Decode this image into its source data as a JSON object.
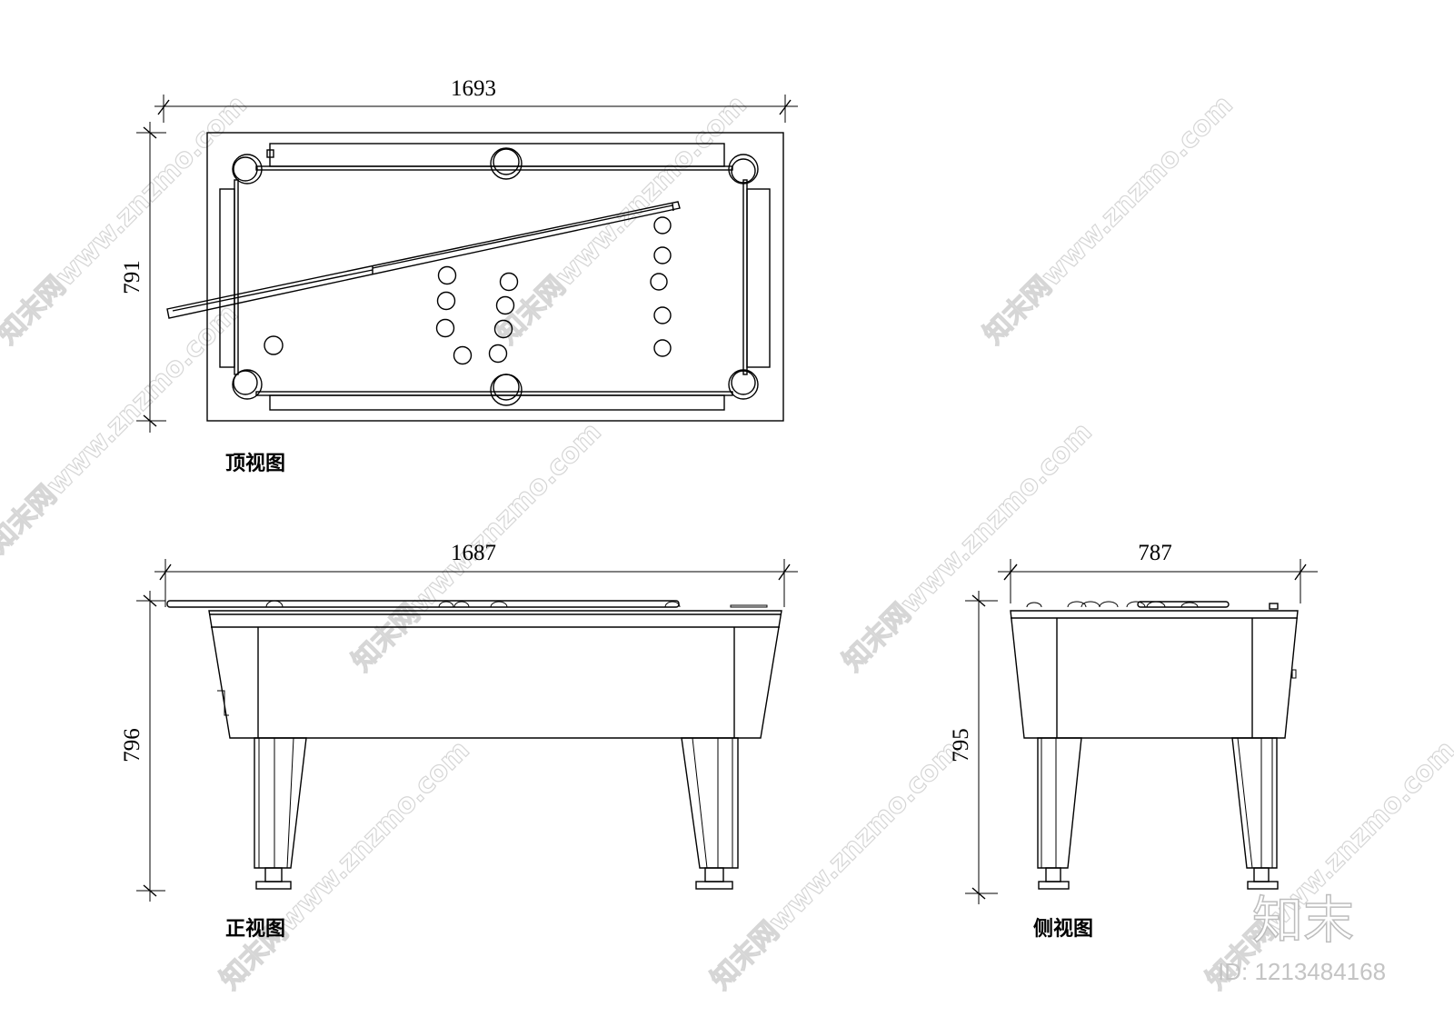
{
  "views": {
    "top": {
      "label": "顶视图",
      "width_dim": "1693",
      "depth_dim": "791"
    },
    "front": {
      "label": "正视图",
      "width_dim": "1687",
      "height_dim": "796"
    },
    "side": {
      "label": "侧视图",
      "width_dim": "787",
      "height_dim": "795"
    }
  },
  "watermark": {
    "logo": "知末",
    "text": "知末网www.znzmo.com",
    "id": "ID: 1213484168"
  },
  "colors": {
    "line": "#000000",
    "background": "#ffffff",
    "watermark": "#d6d6d6"
  }
}
